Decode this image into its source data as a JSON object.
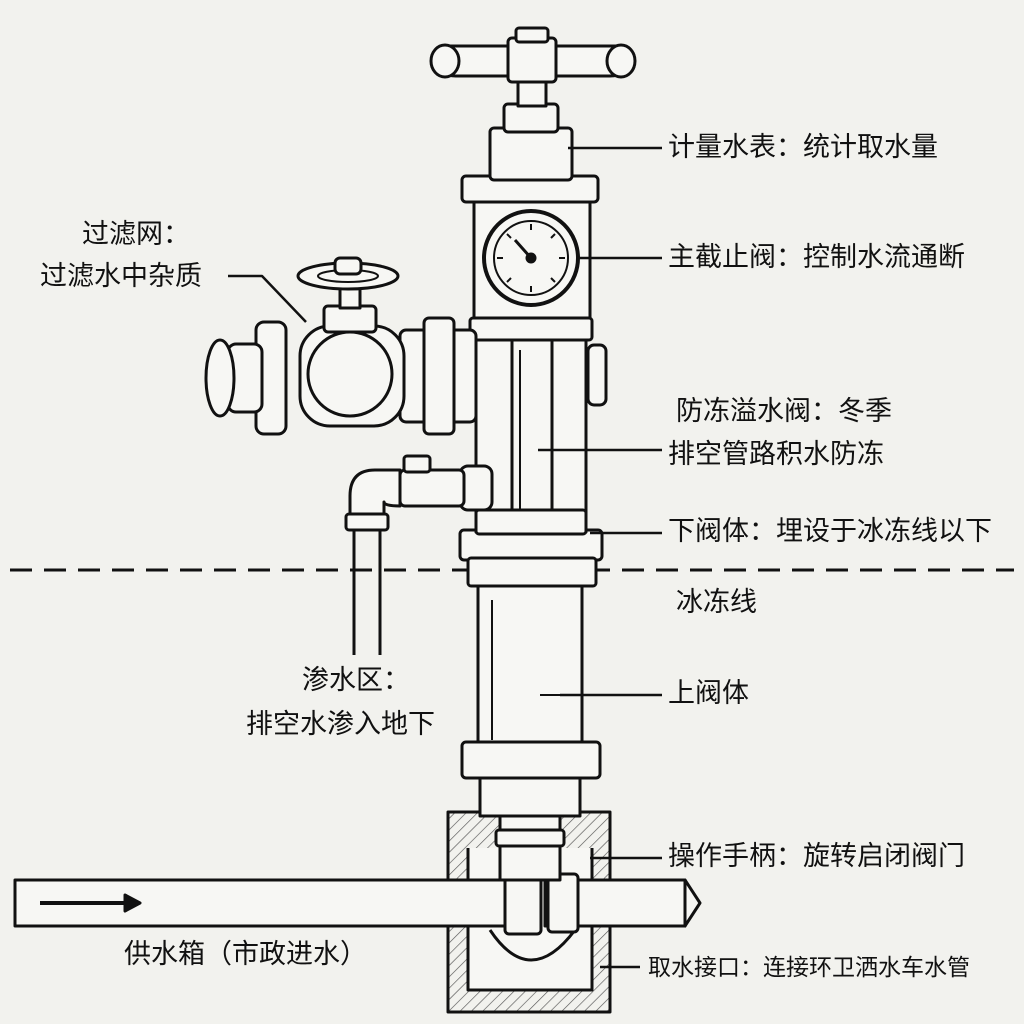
{
  "labels": {
    "meter": "计量水表：统计取水量",
    "main_valve": "主截止阀：控制水流通断",
    "overflow_valve_line1": "防冻溢水阀：冬季",
    "overflow_valve_line2": "排空管路积水防冻",
    "lower_body": "下阀体：埋设于冰冻线以下",
    "frost_line": "冰冻线",
    "upper_body": "上阀体",
    "handle": "操作手柄：旋转启闭阀门",
    "outlet": "取水接口：连接环卫洒水车水管",
    "filter_line1": "过滤网：",
    "filter_line2": "过滤水中杂质",
    "seepage_line1": "渗水区：",
    "seepage_line2": "排空水渗入地下",
    "supply": "供水箱（市政进水）"
  },
  "colors": {
    "background": "#f2f2ee",
    "ink": "#111111",
    "fill": "#f7f7f4"
  }
}
